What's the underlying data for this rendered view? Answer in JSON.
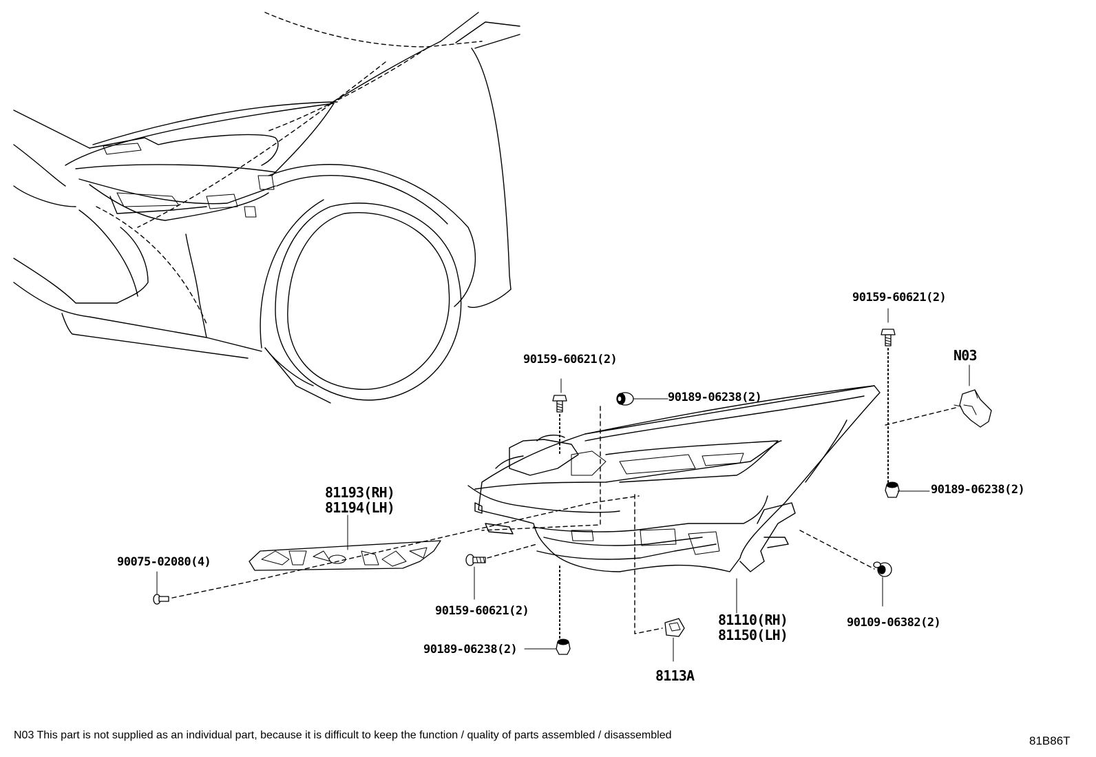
{
  "callouts": {
    "c1_top_bolt": "90159-60621(2)",
    "c2_n03": "N03",
    "c3_left_bolt": "90159-60621(2)",
    "c4_nut_top": "90189-06238(2)",
    "c5_nut_right": "90189-06238(2)",
    "c6_bracket": [
      "81193(RH)",
      "81194(LH)"
    ],
    "c7_screw": "90075-02080(4)",
    "c8_bolt_lower": "90159-60621(2)",
    "c9_lamp": [
      "81110(RH)",
      "81150(LH)"
    ],
    "c10_nut_right_low": "90109-06382(2)",
    "c11_nut_bottom": "90189-06238(2)",
    "c12_socket": "8113A"
  },
  "footnote": "N03 This part is not supplied as an individual part, because it is difficult to keep the function / quality of parts assembled / disassembled",
  "diagram_code": "81B86T"
}
